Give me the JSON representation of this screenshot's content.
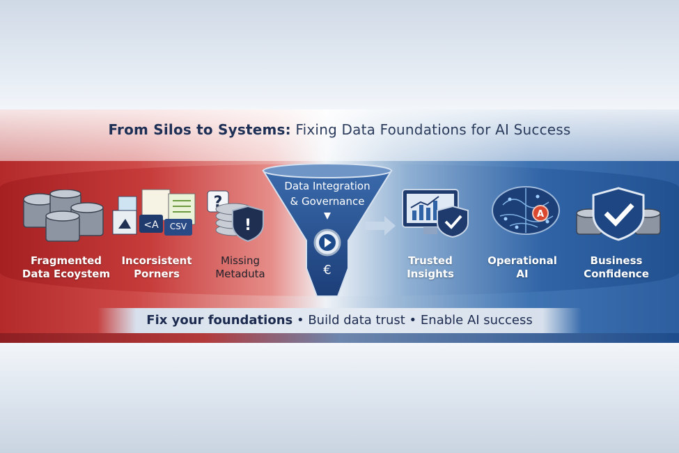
{
  "title": {
    "main": "From Silos to Systems:",
    "sub": "Fixing Data Foundations for AI Success"
  },
  "funnel": {
    "line1": "Data Integration",
    "line2": "& Governance"
  },
  "problems": [
    {
      "line1": "Fragmented",
      "line2": "Data Ecoystem",
      "icon": "database-stack-icon"
    },
    {
      "line1": "Incorsistent",
      "line2": "Porners",
      "icon": "documents-icon",
      "csv_tag": "CSV"
    },
    {
      "line1": "Missing",
      "line2": "Metaduta",
      "icon": "question-shield-icon"
    }
  ],
  "outcomes": [
    {
      "line1": "Trusted",
      "line2": "Insights",
      "icon": "monitor-shield-icon"
    },
    {
      "line1": "Operational",
      "line2": "AI",
      "icon": "brain-icon"
    },
    {
      "line1": "Business",
      "line2": "Confidence",
      "icon": "shield-check-icon"
    }
  ],
  "footer": {
    "part1": "Fix your foundations",
    "sep": "•",
    "part2": "Build data trust",
    "part3": "Enable AI success"
  },
  "colors": {
    "red": "#b42a2b",
    "blue": "#2d5e9f",
    "navy": "#1e2f55"
  }
}
